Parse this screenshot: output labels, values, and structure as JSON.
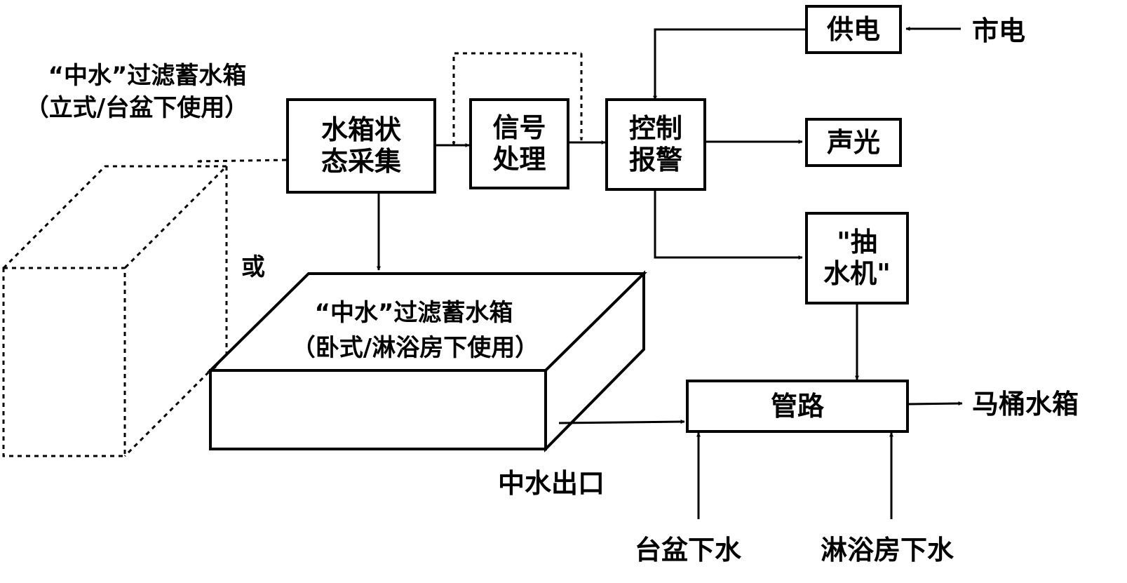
{
  "nodes": {
    "power_supply": "供电",
    "mains": "市电",
    "tank_sensing": "水箱状\n态采集",
    "signal_processing": "信号\n处理",
    "control_alarm": "控制\n报警",
    "sound_light": "声光",
    "pump": "\"抽\n水机\"",
    "pipeline": "管路",
    "toilet_tank": "马桶水箱"
  },
  "labels": {
    "vertical_tank_title": "“中水”过滤蓄水箱",
    "vertical_tank_subtitle": "（立式/台盆下使用）",
    "or": "或",
    "horizontal_tank_title": "“中水”过滤蓄水箱",
    "horizontal_tank_subtitle": "（卧式/淋浴房下使用）",
    "greywater_outlet": "中水出口",
    "basin_drain": "台盆下水",
    "shower_drain": "淋浴房下水"
  }
}
